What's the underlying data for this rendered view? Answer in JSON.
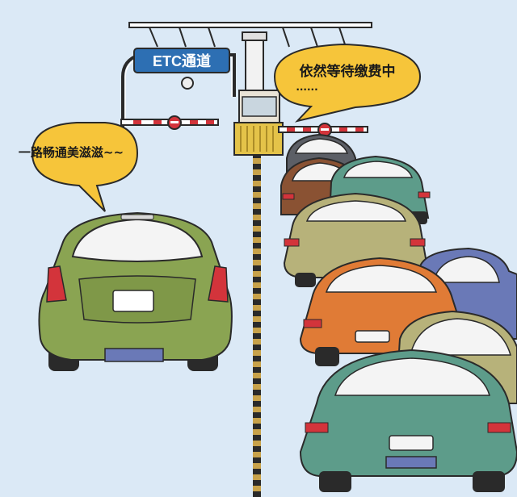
{
  "gantry": {
    "sign_text": "ETC通道"
  },
  "bubbles": {
    "etc_lane": {
      "text": "一路畅通美滋滋~~"
    },
    "toll_lane": {
      "text": "依然等待缴费中",
      "subtext": "......"
    }
  },
  "colors": {
    "sky": "#dbe9f6",
    "sign": "#2d6fb3",
    "bubble": "#f6c53a",
    "lane_line": "#c8a24a",
    "barrier_red": "#d3343b",
    "green_car": "#8aa452",
    "brown_car": "#8a5233",
    "olive_car": "#b7b27a",
    "orange_car": "#e07b36",
    "teal_car": "#5d9c8a",
    "blue_car": "#6a79b7",
    "gray_car": "#5c5f66"
  }
}
